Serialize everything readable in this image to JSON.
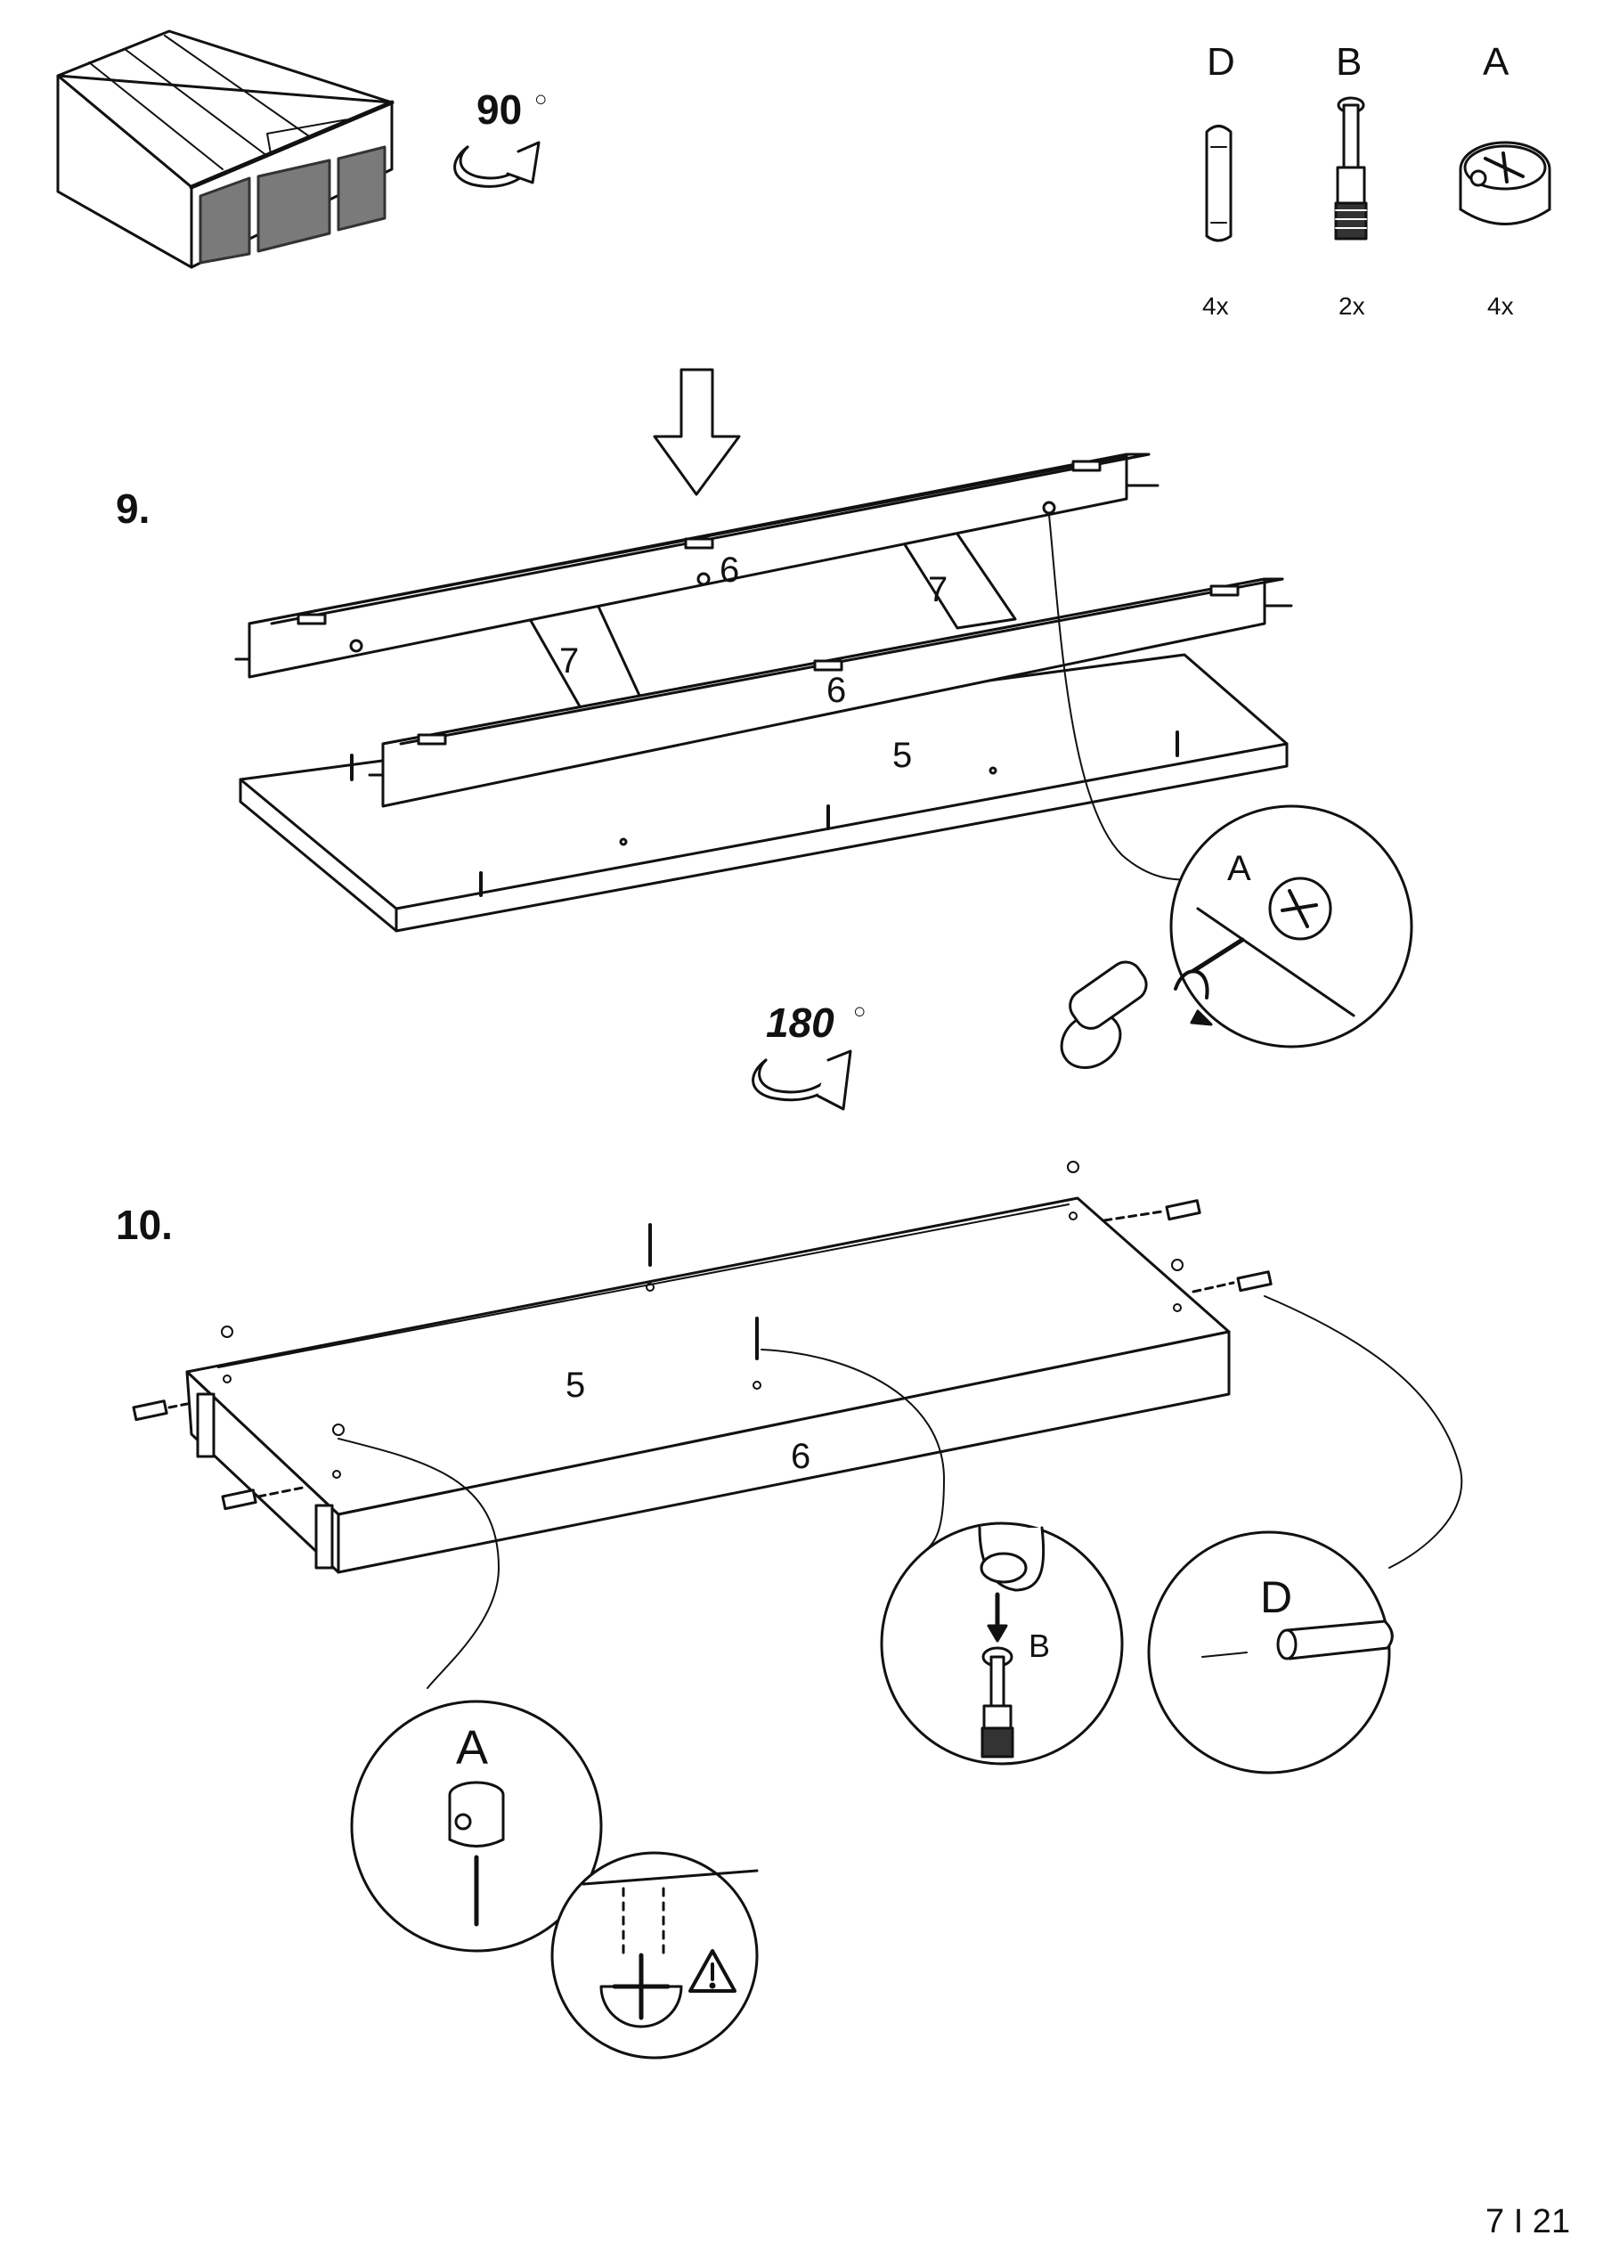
{
  "hardware": [
    {
      "letter": "D",
      "qty": "4x",
      "icon": "dowel-icon"
    },
    {
      "letter": "B",
      "qty": "2x",
      "icon": "cam-bolt-icon"
    },
    {
      "letter": "A",
      "qty": "4x",
      "icon": "cam-lock-icon"
    }
  ],
  "rotation_top": {
    "value": "90",
    "degree": "○"
  },
  "rotation_mid": {
    "value": "180",
    "degree": "○"
  },
  "step9": {
    "number": "9.",
    "parts": {
      "top_panel": "6",
      "bottom_panel": "6",
      "divider_left": "7",
      "divider_right": "7",
      "base": "5"
    },
    "callout": "A"
  },
  "step10": {
    "number": "10.",
    "parts": {
      "base": "5",
      "side": "6"
    },
    "callout_a": "A",
    "callout_b": "B",
    "callout_d": "D"
  },
  "page_number": "7 I 21"
}
